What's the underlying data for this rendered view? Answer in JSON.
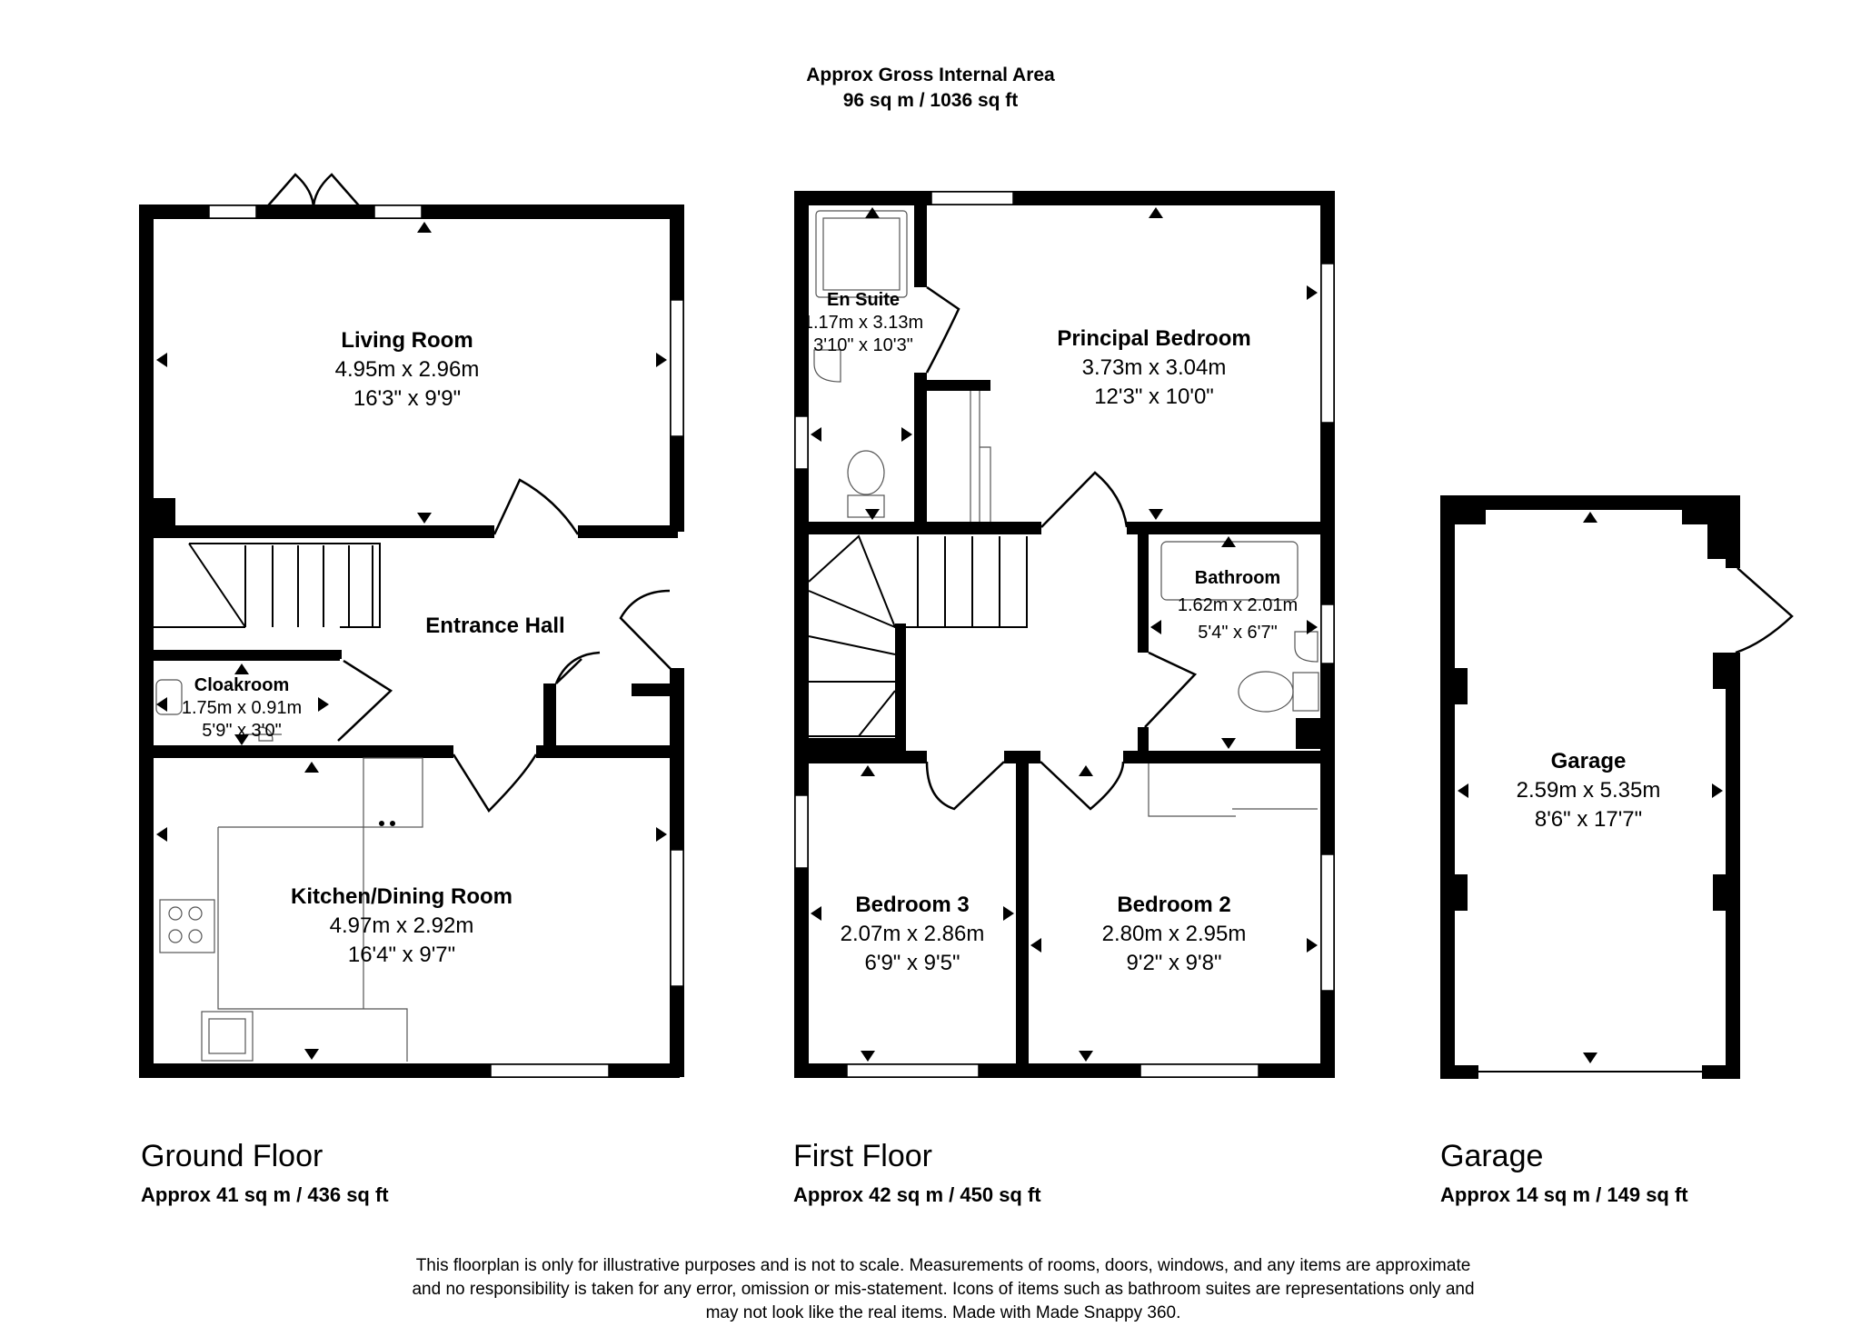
{
  "header": {
    "line1": "Approx Gross Internal Area",
    "line2": "96 sq m / 1036 sq ft"
  },
  "floors": [
    {
      "name": "Ground Floor",
      "area": "Approx 41 sq m / 436 sq ft"
    },
    {
      "name": "First Floor",
      "area": "Approx 42 sq m / 450 sq ft"
    },
    {
      "name": "Garage",
      "area": "Approx 14 sq m / 149 sq ft"
    }
  ],
  "rooms": {
    "living": {
      "name": "Living Room",
      "metric": "4.95m x 2.96m",
      "imperial": "16'3\" x 9'9\""
    },
    "entrance": {
      "name": "Entrance Hall"
    },
    "cloakroom": {
      "name": "Cloakroom",
      "metric": "1.75m x 0.91m",
      "imperial": "5'9\" x 3'0\""
    },
    "kitchen": {
      "name": "Kitchen/Dining Room",
      "metric": "4.97m x 2.92m",
      "imperial": "16'4\" x 9'7\""
    },
    "ensuite": {
      "name": "En Suite",
      "metric": "1.17m x 3.13m",
      "imperial": "3'10\" x 10'3\""
    },
    "principal": {
      "name": "Principal Bedroom",
      "metric": "3.73m x 3.04m",
      "imperial": "12'3\" x 10'0\""
    },
    "bathroom": {
      "name": "Bathroom",
      "metric": "1.62m x 2.01m",
      "imperial": "5'4\" x 6'7\""
    },
    "bedroom3": {
      "name": "Bedroom 3",
      "metric": "2.07m x 2.86m",
      "imperial": "6'9\" x 9'5\""
    },
    "bedroom2": {
      "name": "Bedroom 2",
      "metric": "2.80m x 2.95m",
      "imperial": "9'2\" x 9'8\""
    },
    "garage": {
      "name": "Garage",
      "metric": "2.59m x 5.35m",
      "imperial": "8'6\" x 17'7\""
    }
  },
  "disclaimer": {
    "line1": "This floorplan is only for illustrative purposes and is not to scale. Measurements of rooms, doors, windows, and any items are approximate",
    "line2": "and no responsibility is taken for any error, omission or mis-statement. Icons of items such as bathroom suites are representations only and",
    "line3": "may not look like the real items. Made with Made Snappy 360."
  }
}
